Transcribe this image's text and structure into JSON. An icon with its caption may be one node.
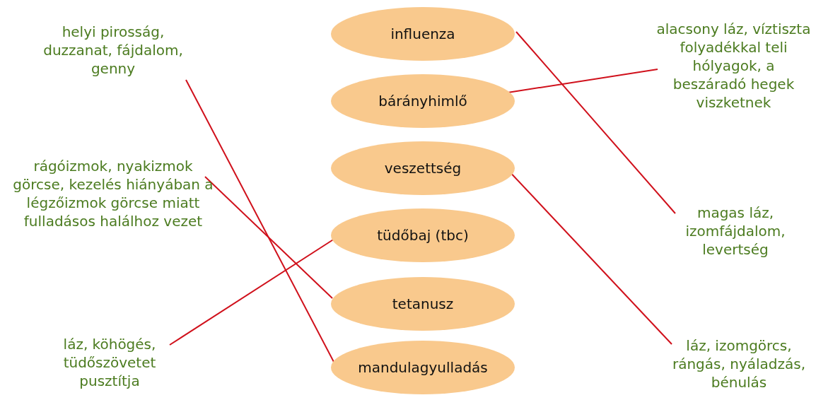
{
  "diagram": {
    "nodes": [
      {
        "text": [
          "helyi pirosság, duzzanat, fájdalom, genny"
        ]
      },
      {
        "text": [
          "influenza"
        ]
      },
      {
        "text": [
          "alacsony láz, víztiszta folyadékkal teli hólyagok, a beszáradó hegek viszketnek"
        ]
      },
      {
        "text": [
          "bárányhimlő"
        ]
      },
      {
        "text": [
          "rágóizmok, nyakizmok görcse, kezelés hiányában a légzőizmok görcse miatt fulladásos halálhoz vezet"
        ]
      },
      {
        "text": [
          "veszettség"
        ]
      },
      {
        "text": [
          "tüdőbaj (tbc)"
        ]
      },
      {
        "text": [
          "magas láz, izomfájdalom, levertség"
        ]
      },
      {
        "text": [
          "tetanusz"
        ]
      },
      {
        "text": [
          "láz, köhögés, tüdőszövetet pusztítja"
        ]
      },
      {
        "text": [
          "mandulagyulladás"
        ]
      },
      {
        "text": [
          "láz, izomgörcs, rángás, nyáladzás, bénulás"
        ]
      }
    ],
    "edges": [
      {
        "from": 0,
        "to": 10,
        "arrow": "none"
      },
      {
        "from": 1,
        "to": 7,
        "arrow": "none"
      },
      {
        "from": 3,
        "to": 2,
        "arrow": "none"
      },
      {
        "from": 4,
        "to": 8,
        "arrow": "none"
      },
      {
        "from": 5,
        "to": 11,
        "arrow": "none"
      },
      {
        "from": 9,
        "to": 6,
        "arrow": "none"
      }
    ]
  }
}
